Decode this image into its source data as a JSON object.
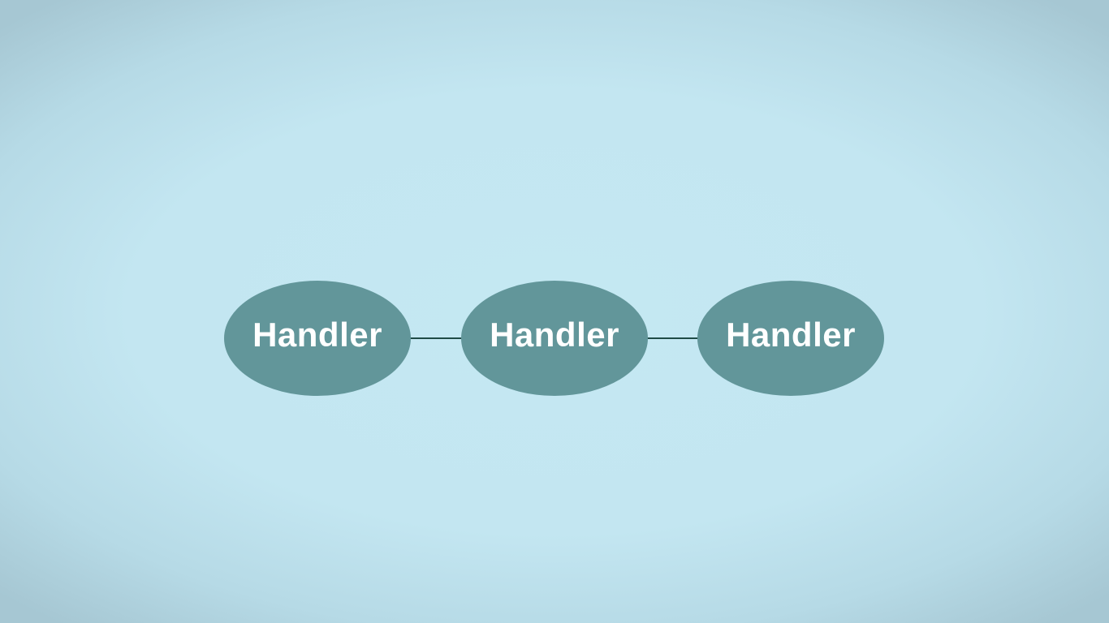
{
  "diagram": {
    "colors": {
      "background": "#c4e8f2",
      "node_fill": "#62969a",
      "node_text": "#ffffff",
      "connector": "#1f4b46"
    },
    "nodes": [
      {
        "label": "Handler"
      },
      {
        "label": "Handler"
      },
      {
        "label": "Handler"
      }
    ],
    "edges": [
      {
        "from": 0,
        "to": 1
      },
      {
        "from": 1,
        "to": 2
      }
    ]
  }
}
